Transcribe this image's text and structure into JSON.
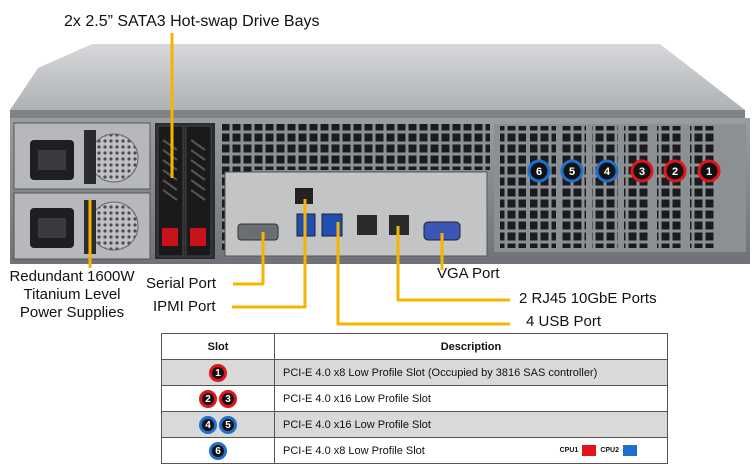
{
  "callouts": {
    "drive_bays": "2x 2.5” SATA3 Hot-swap Drive Bays",
    "power_supplies": [
      "Redundant  1600W",
      "Titanium  Level",
      "Power Supplies"
    ],
    "serial_port": "Serial Port",
    "ipmi_port": "IPMI Port",
    "vga_port": "VGA Port",
    "rj45_ports": "2 RJ45 10GbE Ports",
    "usb_port": "4 USB Port"
  },
  "chassis_slots": [
    {
      "number": "6",
      "cpu": "CPU2"
    },
    {
      "number": "5",
      "cpu": "CPU2"
    },
    {
      "number": "4",
      "cpu": "CPU2"
    },
    {
      "number": "3",
      "cpu": "CPU1"
    },
    {
      "number": "2",
      "cpu": "CPU1"
    },
    {
      "number": "1",
      "cpu": "CPU1"
    }
  ],
  "table": {
    "header_slot": "Slot",
    "header_description": "Description",
    "rows": [
      {
        "slots": [
          {
            "n": "1",
            "cpu": "red"
          }
        ],
        "description": "PCI-E 4.0 x8 Low Profile Slot (Occupied by 3816 SAS controller)"
      },
      {
        "slots": [
          {
            "n": "2",
            "cpu": "red"
          },
          {
            "n": "3",
            "cpu": "red"
          }
        ],
        "description": "PCI-E 4.0 x16 Low Profile Slot"
      },
      {
        "slots": [
          {
            "n": "4",
            "cpu": "blue"
          },
          {
            "n": "5",
            "cpu": "blue"
          }
        ],
        "description": "PCI-E 4.0 x16 Low Profile Slot"
      },
      {
        "slots": [
          {
            "n": "6",
            "cpu": "blue"
          }
        ],
        "description": "PCI-E 4.0 x8 Low Profile Slot"
      }
    ]
  },
  "legend": {
    "cpu1_label": "CPU1",
    "cpu1_color": "#e3141b",
    "cpu2_label": "CPU2",
    "cpu2_color": "#1f6fd1"
  },
  "colors": {
    "callout": "#f5b400",
    "chassis_body": "#8a8d91",
    "chassis_top": "#c9cbcd"
  }
}
